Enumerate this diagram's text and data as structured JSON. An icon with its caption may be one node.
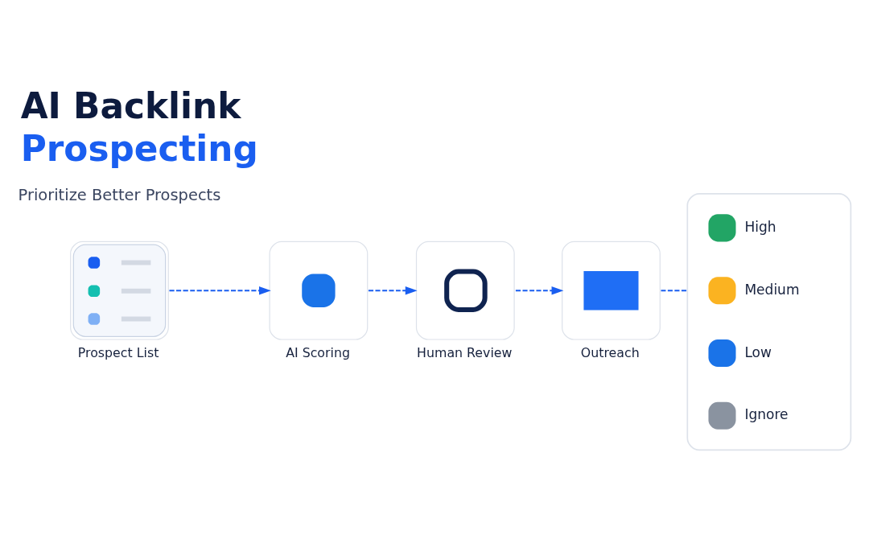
{
  "diagram": {
    "title": "AI Backlink Prospecting",
    "nodes": [
      {
        "text": [
          "Prospect List"
        ]
      },
      {
        "text": [
          "AI Scoring"
        ]
      },
      {
        "text": [
          "Human Review"
        ]
      },
      {
        "text": [
          "Outreach"
        ]
      },
      {
        "text": [],
        "shape": "box"
      },
      {
        "text": [
          "High"
        ],
        "in": 4
      },
      {
        "text": [
          "Medium"
        ],
        "in": 4
      },
      {
        "text": [
          "Low"
        ],
        "in": 4
      },
      {
        "text": [
          "Ignore"
        ],
        "in": 4
      }
    ],
    "edges": [
      {
        "from": 0,
        "to": 1,
        "arrow": "to",
        "style": "dashed"
      },
      {
        "from": 1,
        "to": 2,
        "arrow": "to",
        "style": "dashed"
      },
      {
        "from": 2,
        "to": 3,
        "arrow": "to",
        "style": "dashed"
      },
      {
        "from": 3,
        "to": 4,
        "arrow": "none",
        "style": "dashed"
      }
    ],
    "labels": [
      "Prioritize Better Prospects"
    ]
  }
}
